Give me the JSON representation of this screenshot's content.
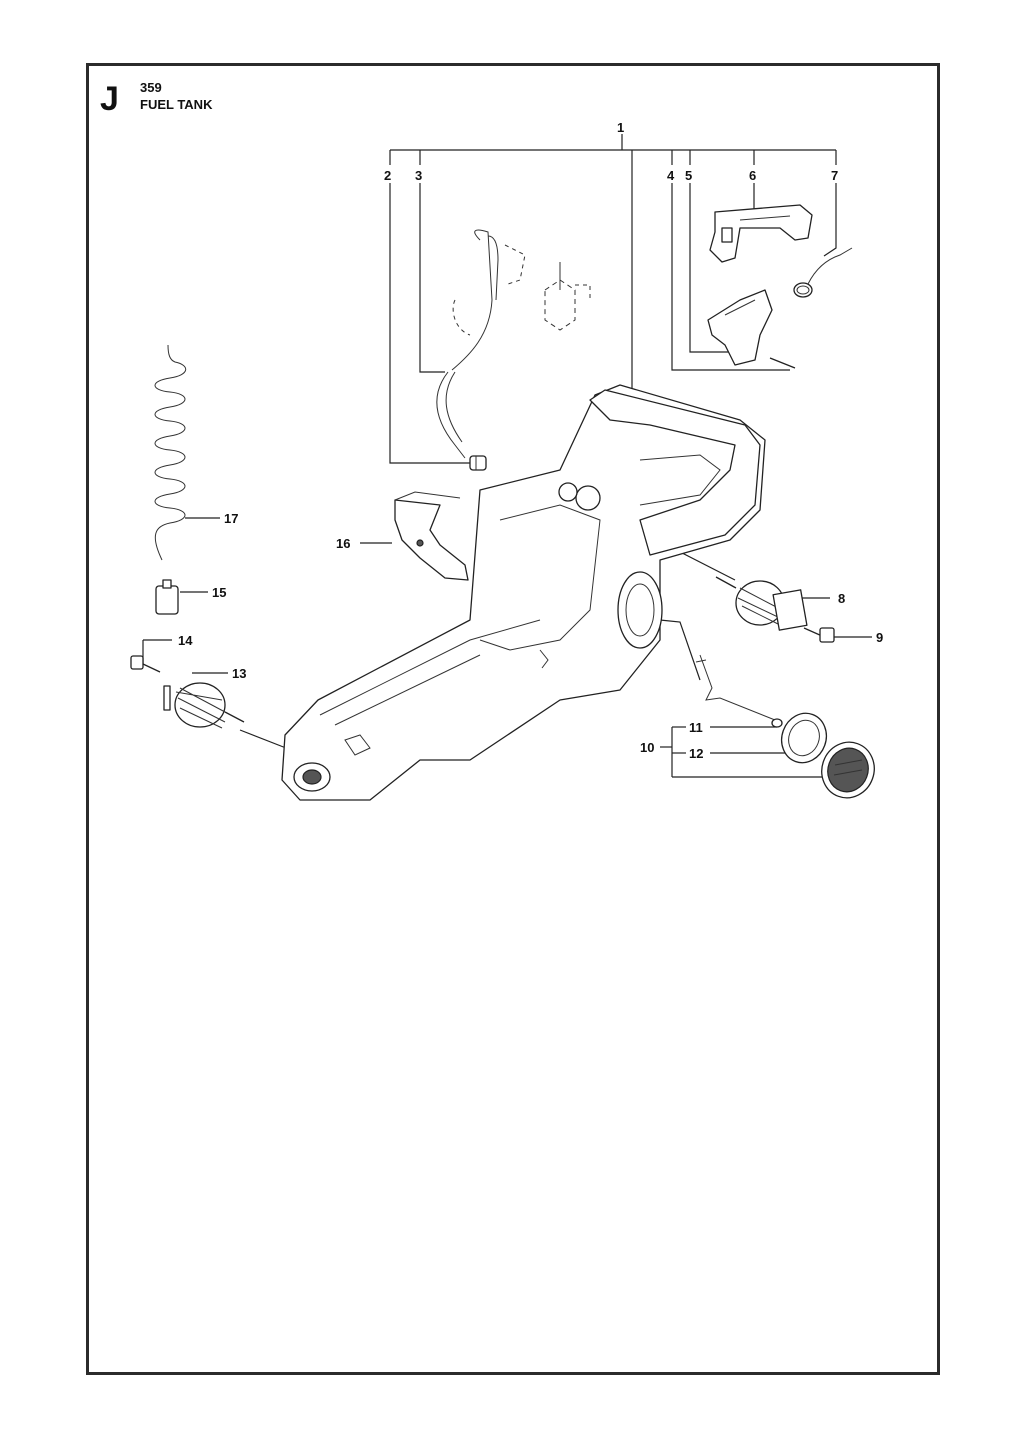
{
  "header": {
    "section_letter": "J",
    "model_number": "359",
    "title": "FUEL TANK"
  },
  "callouts": [
    "1",
    "2",
    "3",
    "4",
    "5",
    "6",
    "7",
    "8",
    "9",
    "10",
    "11",
    "12",
    "13",
    "14",
    "15",
    "16",
    "17"
  ]
}
